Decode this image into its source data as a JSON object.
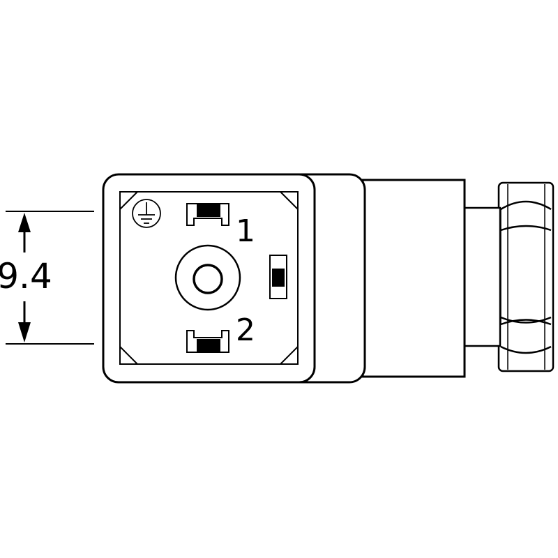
{
  "dimension": {
    "value": "9.4"
  },
  "pins": [
    {
      "label": "1"
    },
    {
      "label": "2"
    }
  ],
  "icons": {
    "ground": "ground-symbol-icon"
  },
  "colors": {
    "line": "#000000",
    "background": "#ffffff"
  }
}
